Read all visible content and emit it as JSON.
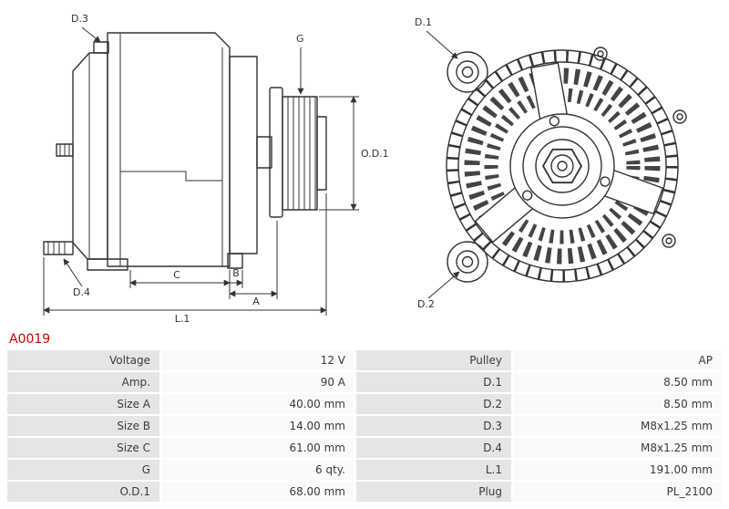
{
  "part_number": "A0019",
  "diagram": {
    "labels": {
      "d1": "D.1",
      "d2": "D.2",
      "d3": "D.3",
      "d4": "D.4",
      "g": "G",
      "od1": "O.D.1",
      "a": "A",
      "b": "B",
      "c": "C",
      "l1": "L.1"
    }
  },
  "colors": {
    "part_number_red": "#cc0000",
    "label_cell_gray": "#e5e5e5",
    "value_cell_gray": "#fafafa",
    "line_color": "#333333"
  },
  "table": {
    "rows": [
      {
        "left_label": "Voltage",
        "left_value": "12 V",
        "right_label": "Pulley",
        "right_value": "AP"
      },
      {
        "left_label": "Amp.",
        "left_value": "90 A",
        "right_label": "D.1",
        "right_value": "8.50 mm"
      },
      {
        "left_label": "Size A",
        "left_value": "40.00 mm",
        "right_label": "D.2",
        "right_value": "8.50 mm"
      },
      {
        "left_label": "Size B",
        "left_value": "14.00 mm",
        "right_label": "D.3",
        "right_value": "M8x1.25 mm"
      },
      {
        "left_label": "Size C",
        "left_value": "61.00 mm",
        "right_label": "D.4",
        "right_value": "M8x1.25 mm"
      },
      {
        "left_label": "G",
        "left_value": "6 qty.",
        "right_label": "L.1",
        "right_value": "191.00 mm"
      },
      {
        "left_label": "O.D.1",
        "left_value": "68.00 mm",
        "right_label": "Plug",
        "right_value": "PL_2100"
      }
    ]
  }
}
